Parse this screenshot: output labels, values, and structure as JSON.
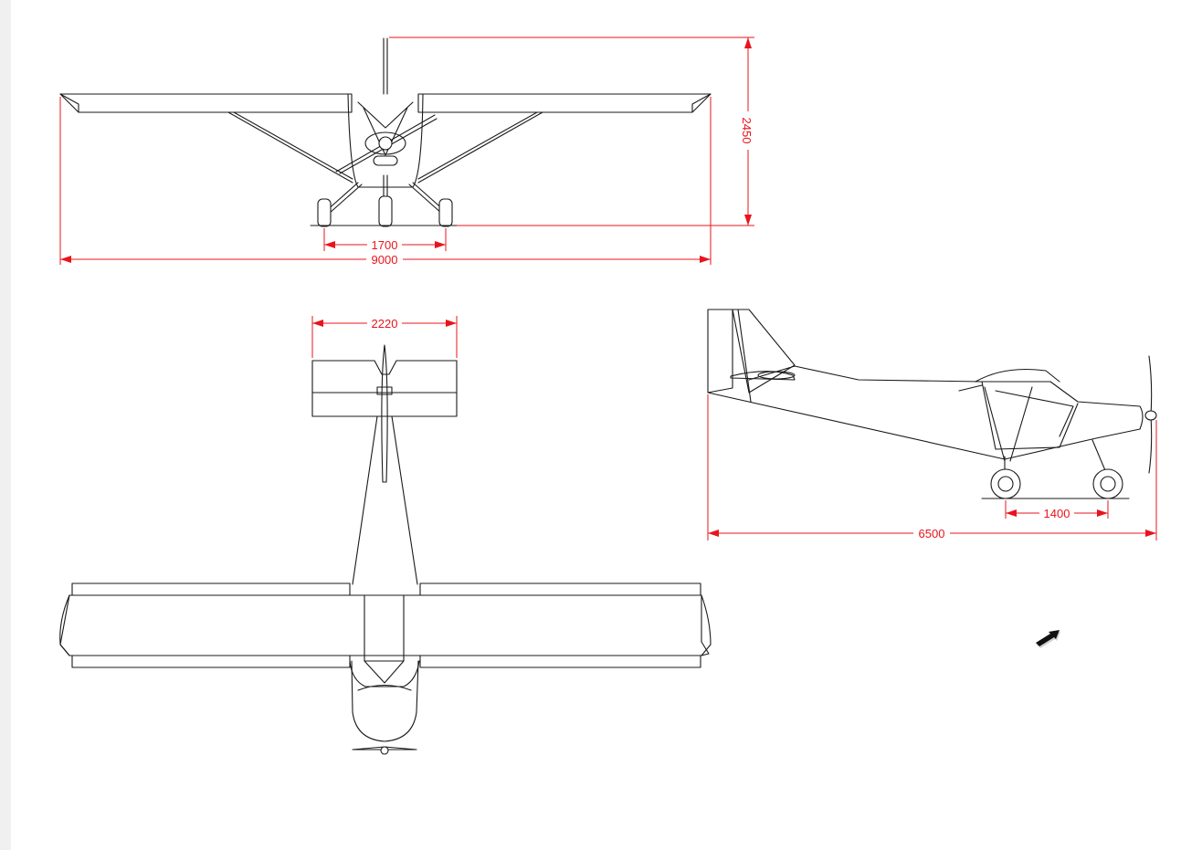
{
  "dimensions": {
    "height": "2450",
    "track_front": "1700",
    "span": "9000",
    "tailplane_span": "2220",
    "wheelbase_side": "1400",
    "length": "6500"
  },
  "colors": {
    "dimension_red": "#e8141c",
    "line_black": "#1a1a1a",
    "background": "#ffffff"
  },
  "icons": {
    "cursor": "mouse-pointer-icon"
  }
}
